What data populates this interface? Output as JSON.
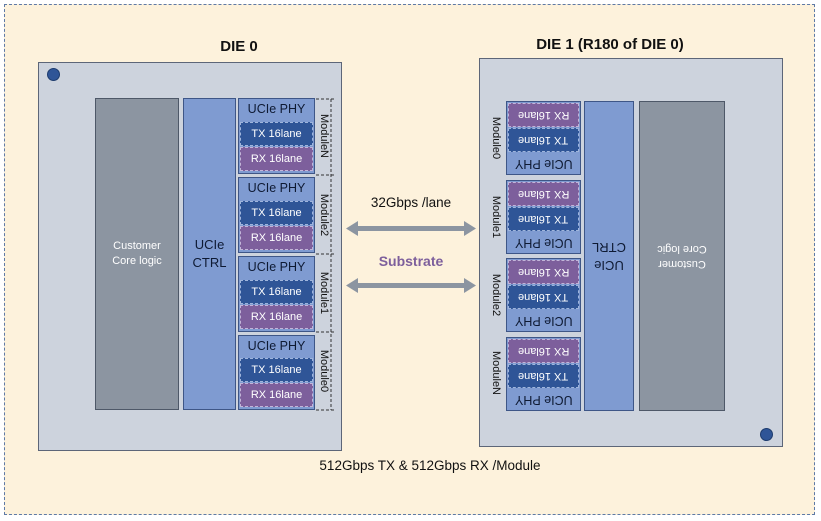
{
  "die0": {
    "title": "DIE 0",
    "customer": "Customer Core logic",
    "ctrl": "UCIe CTRL",
    "modules": [
      {
        "label": "ModuleN",
        "phy": "UCIe PHY",
        "tx": "TX 16lane",
        "rx": "RX 16lane"
      },
      {
        "label": "Module2",
        "phy": "UCIe PHY",
        "tx": "TX 16lane",
        "rx": "RX 16lane"
      },
      {
        "label": "Module1",
        "phy": "UCIe PHY",
        "tx": "TX 16lane",
        "rx": "RX 16lane"
      },
      {
        "label": "Module0",
        "phy": "UCIe PHY",
        "tx": "TX 16lane",
        "rx": "RX 16lane"
      }
    ]
  },
  "die1": {
    "title": "DIE 1  (R180 of DIE 0)",
    "customer": "Customer Core logic",
    "ctrl": "UCIe CTRL",
    "modules": [
      {
        "label": "Module0",
        "phy": "UCIe PHY",
        "tx": "TX 16lane",
        "rx": "RX 16lane"
      },
      {
        "label": "Module1",
        "phy": "UCIe PHY",
        "tx": "TX 16lane",
        "rx": "RX 16lane"
      },
      {
        "label": "Module2",
        "phy": "UCIe PHY",
        "tx": "TX 16lane",
        "rx": "RX 16lane"
      },
      {
        "label": "ModuleN",
        "phy": "UCIe PHY",
        "tx": "TX 16lane",
        "rx": "RX 16lane"
      }
    ]
  },
  "link": {
    "rate": "32Gbps /lane",
    "medium": "Substrate"
  },
  "footer": "512Gbps TX & 512Gbps RX /Module",
  "colors": {
    "background": "#fdf2dc",
    "die": "#cdd3dd",
    "customer_logic": "#8c95a1",
    "ucie": "#7f9bd1",
    "tx": "#2f5597",
    "rx": "#7d5f9c",
    "arrow": "#8c95a1"
  }
}
